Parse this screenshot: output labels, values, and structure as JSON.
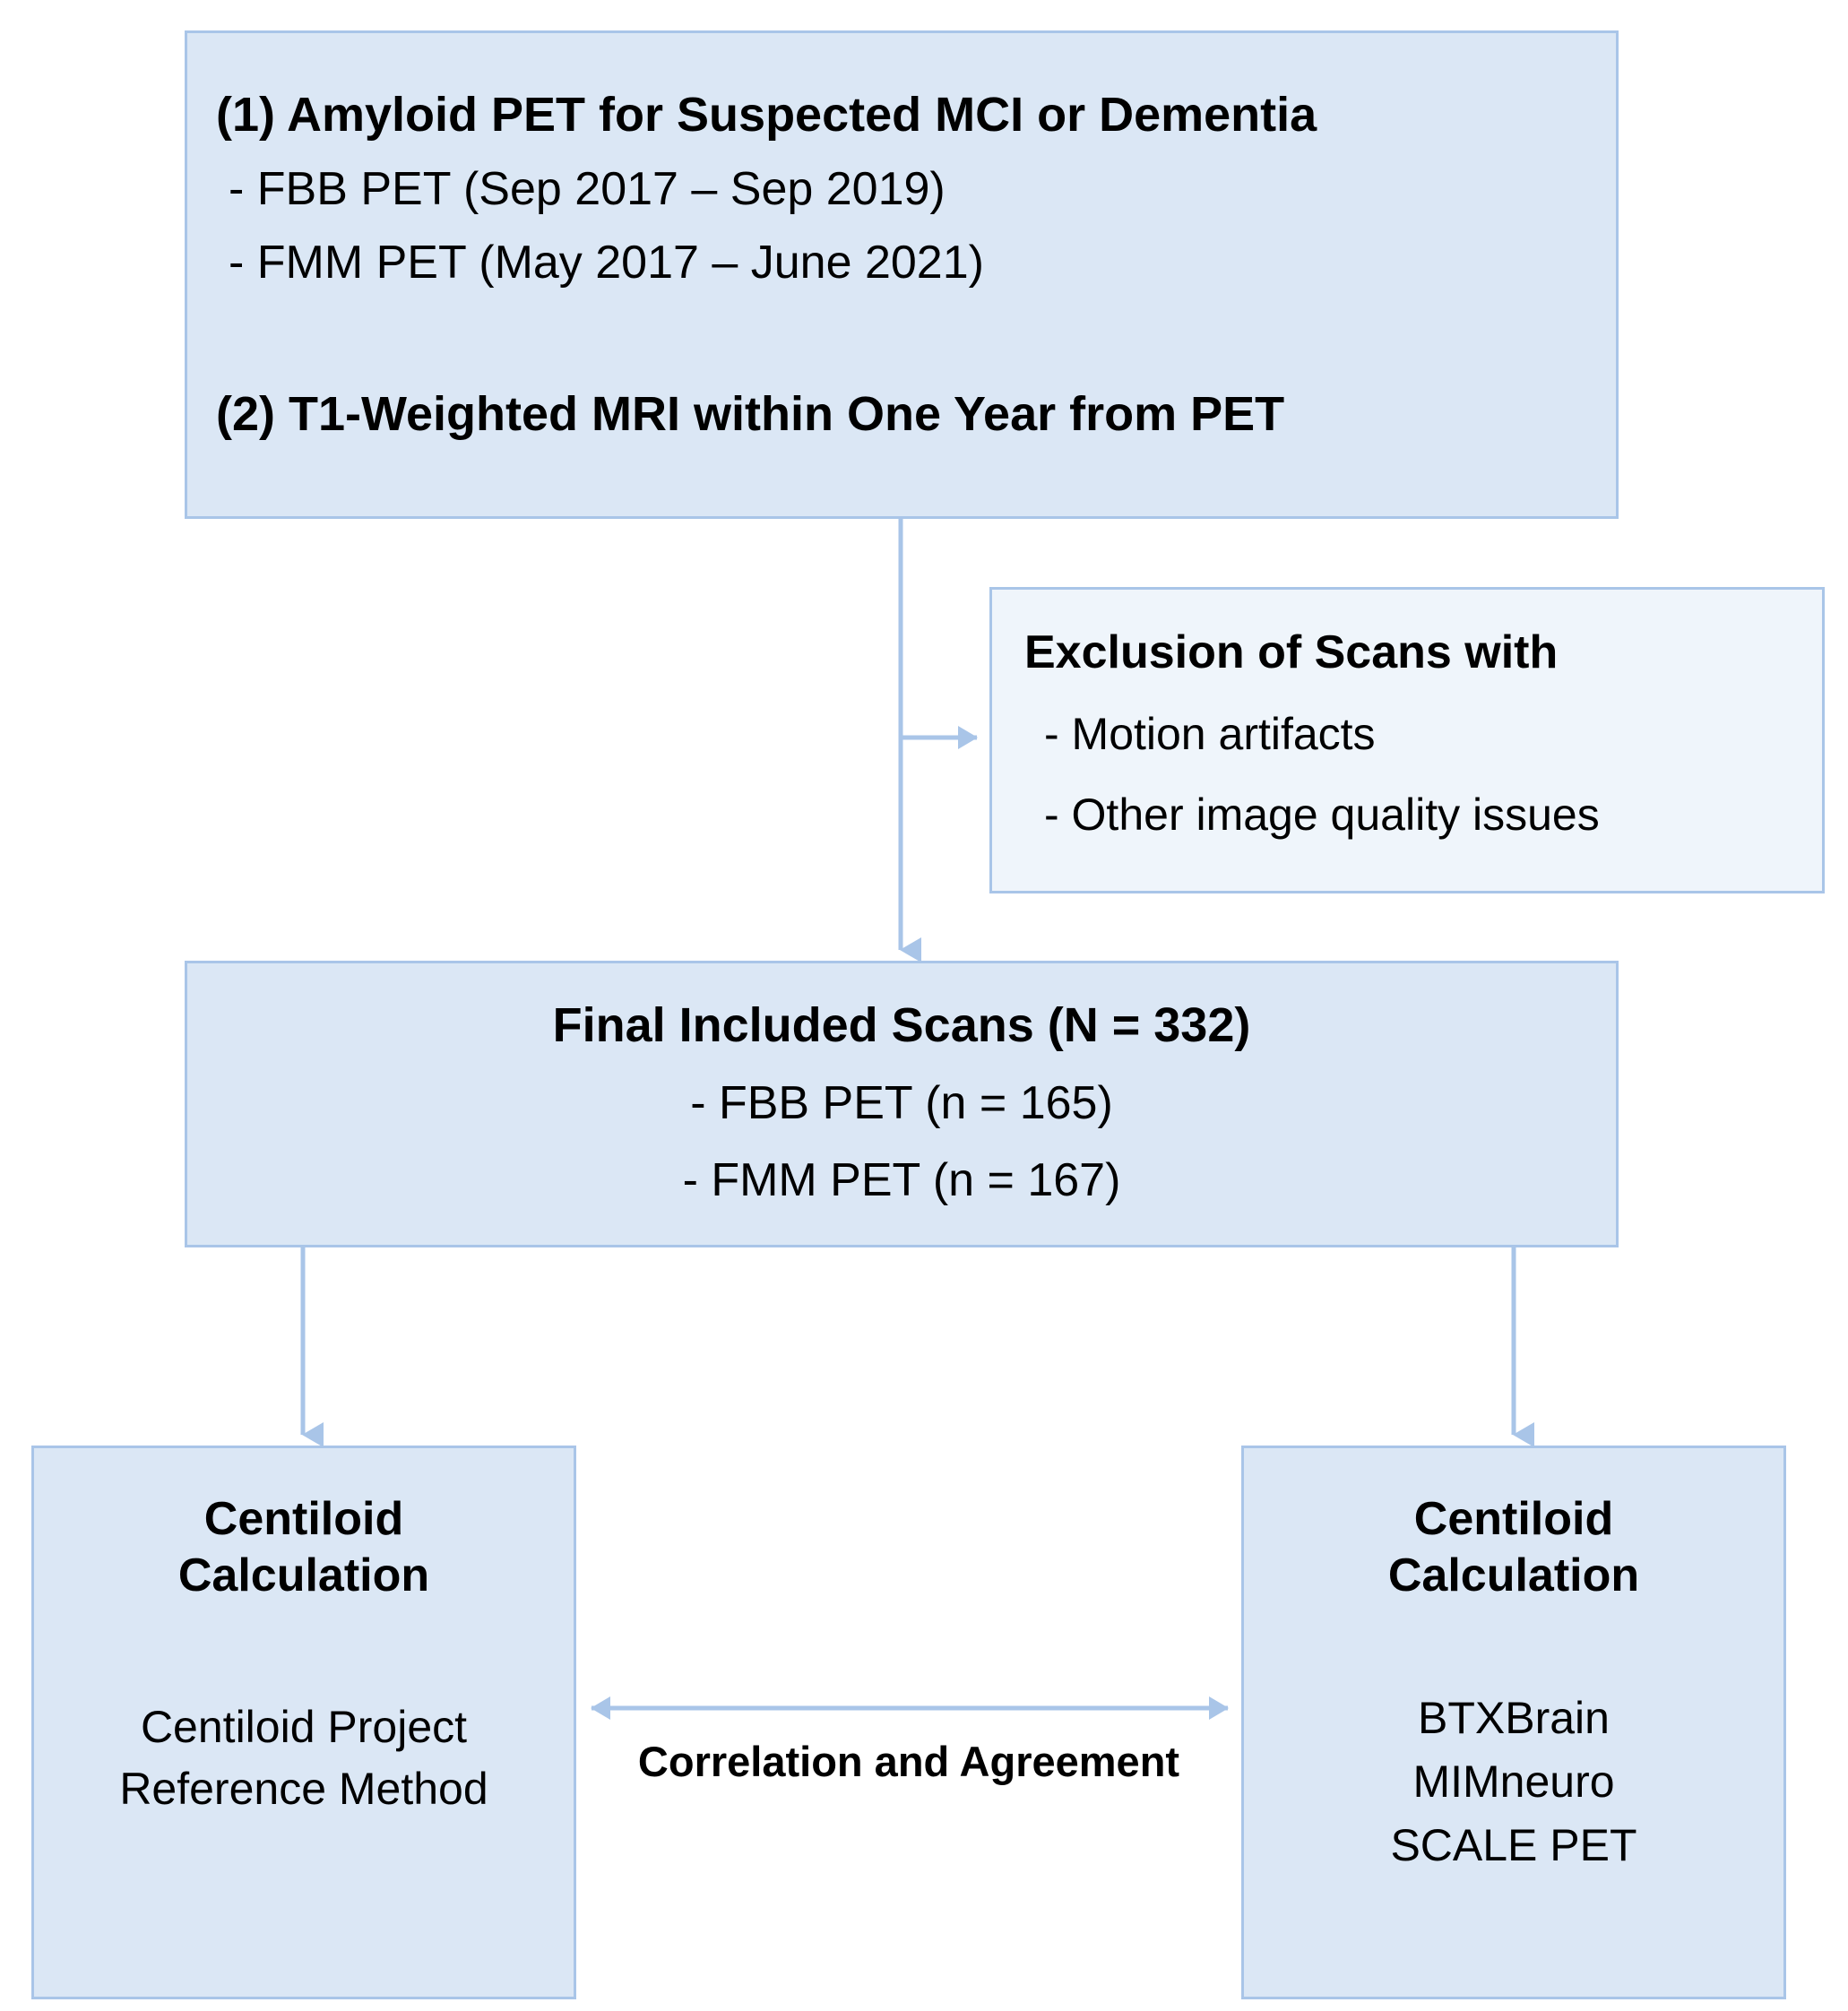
{
  "diagram": {
    "title": "Amyloid PET Centiloid Study Flow Diagram",
    "type": "flowchart",
    "colors": {
      "node_fill_strong": "#dbe7f5",
      "node_fill_light": "#eff5fb",
      "node_border": "#a9c5e8",
      "connector": "#a9c5e8",
      "text": "#000000"
    }
  },
  "nodes": {
    "eligibility": {
      "criterion_1_title": "(1) Amyloid PET for Suspected MCI or Dementia",
      "criterion_1_items": [
        "- FBB PET (Sep 2017 – Sep 2019)",
        "- FMM PET (May 2017 – June 2021)"
      ],
      "criterion_2_title": "(2) T1-Weighted MRI within One Year from PET"
    },
    "exclusion": {
      "title": "Exclusion of Scans with",
      "items": [
        "- Motion artifacts",
        "- Other image quality issues"
      ]
    },
    "included": {
      "title": "Final Included Scans (N = 332)",
      "items": [
        "- FBB PET (n = 165)",
        "- FMM PET (n = 167)"
      ]
    },
    "centiloid_left": {
      "title_line_1": "Centiloid",
      "title_line_2": "Calculation",
      "methods": [
        "Centiloid Project",
        "Reference Method"
      ]
    },
    "centiloid_right": {
      "title_line_1": "Centiloid",
      "title_line_2": "Calculation",
      "methods": [
        "BTXBrain",
        "MIMneuro",
        "SCALE PET"
      ]
    }
  },
  "connectors": {
    "eligibility_to_exclusion_label": "",
    "eligibility_to_included_label": "",
    "included_to_left_label": "",
    "included_to_right_label": "",
    "comparison_label": "Correlation and Agreement"
  }
}
